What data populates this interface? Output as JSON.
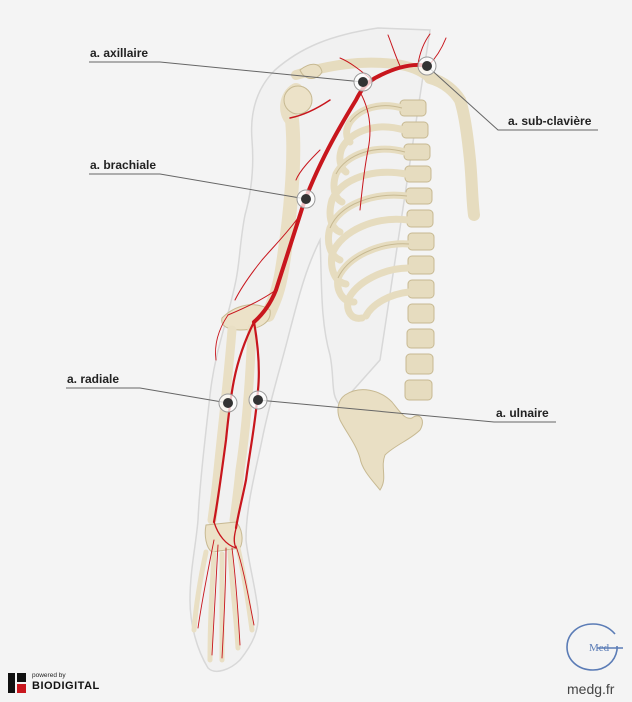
{
  "labels": {
    "axillaire": "a. axillaire",
    "subclaviere": "a. sub-clavière",
    "brachiale": "a. brachiale",
    "radiale": "a. radiale",
    "ulnaire": "a. ulnaire"
  },
  "brand": {
    "powered_by": "powered by",
    "name": "BIODIGITAL"
  },
  "medg": {
    "logo_text": "Med",
    "caption": "medg.fr"
  },
  "colors": {
    "artery": "#c8161d",
    "bone": "#e9dfc4",
    "skin_outline": "#d8d8d8",
    "leader_line": "#555555",
    "medg_blue": "#5b7cb6"
  }
}
